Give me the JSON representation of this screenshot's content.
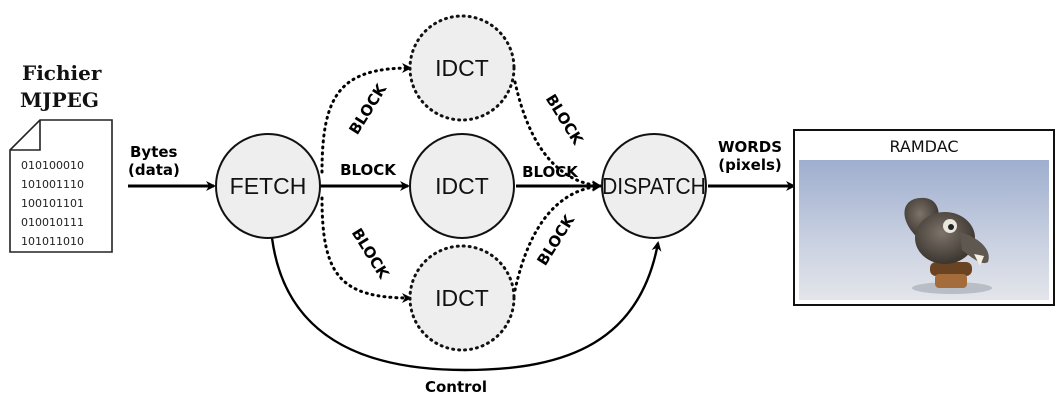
{
  "file": {
    "title_line1": "Fichier",
    "title_line2": "MJPEG",
    "binary_lines": [
      "010100010",
      "101001110",
      "100101101",
      "010010111",
      "101011010"
    ]
  },
  "input_label": {
    "line1": "Bytes",
    "line2": "(data)"
  },
  "nodes": {
    "fetch": "FETCH",
    "idct_top": "IDCT",
    "idct_mid": "IDCT",
    "idct_bottom": "IDCT",
    "dispatch": "DISPATCH"
  },
  "edges": {
    "fetch_to_idct_top": "BLOCK",
    "fetch_to_idct_mid": "BLOCK",
    "fetch_to_idct_bottom": "BLOCK",
    "idct_top_to_dispatch": "BLOCK",
    "idct_mid_to_dispatch": "BLOCK",
    "idct_bottom_to_dispatch": "BLOCK",
    "control": "Control"
  },
  "output_label": {
    "line1": "WORDS",
    "line2": "(pixels)"
  },
  "ramdac": {
    "title": "RAMDAC"
  }
}
